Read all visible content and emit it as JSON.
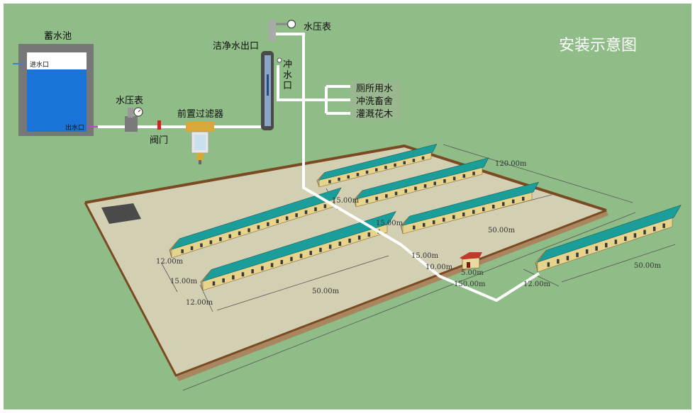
{
  "title": "安装示意图",
  "reservoir": {
    "name": "蓄水池",
    "inlet": "进水口",
    "outlet": "出水口"
  },
  "gauge_left": "水压表",
  "gauge_top": "水压表",
  "prefilter": "前置过滤器",
  "valve": "阀门",
  "clean_outlet": "洁净水出口",
  "flush_outlet": [
    "冲",
    "水",
    "口"
  ],
  "uses": [
    "厕所用水",
    "冲洗畜舍",
    "灌溉花木"
  ],
  "dimensions": {
    "site_length": "120.00m",
    "site_width": "150.00m",
    "b1_width": "15.00m",
    "b2_width": "15.00m",
    "b3_length": "50.00m",
    "gap_a": "15.00m",
    "gap_b": "10.00m",
    "gap_c": "5.00m",
    "left_w1": "12.00m",
    "left_gap": "15.00m",
    "left_w2": "12.00m",
    "left_length": "50.00m",
    "right_w": "12.00m",
    "right_length": "50.00m"
  }
}
